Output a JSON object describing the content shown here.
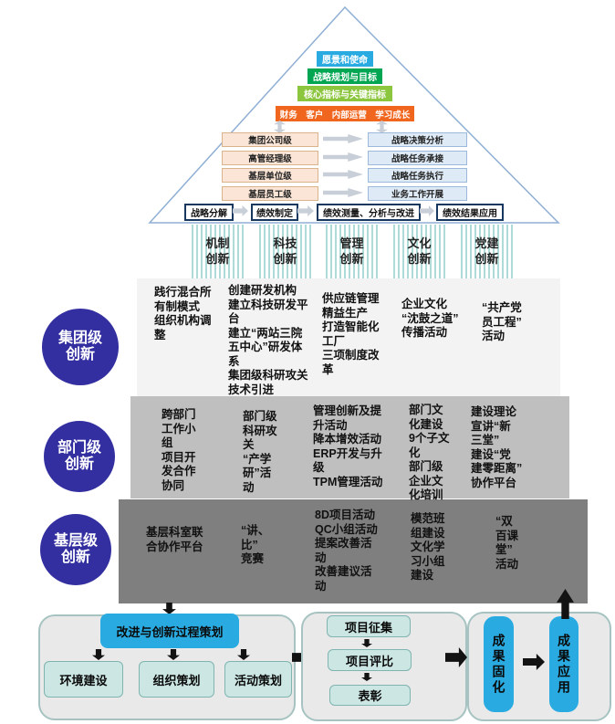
{
  "pyramid": {
    "top_levels": [
      "愿景和使命",
      "战略规划与目标",
      "核心指标与关键指标",
      "财务　客户　内部运营　学习成长"
    ],
    "rows": [
      {
        "left": "集团公司级",
        "right": "战略决策分析"
      },
      {
        "left": "高管经理级",
        "right": "战略任务承接"
      },
      {
        "left": "基层单位级",
        "right": "战略任务执行"
      },
      {
        "left": "基层员工级",
        "right": "业务工作开展"
      }
    ],
    "strategy_steps": [
      "战略分解",
      "绩效制定",
      "绩效测量、分析与改进",
      "绩效结果应用"
    ]
  },
  "columns": [
    "机制\n创新",
    "科技\n创新",
    "管理\n创新",
    "文化\n创新",
    "党建\n创新"
  ],
  "bands": [
    {
      "bubble": "集团级\n创新",
      "cells": [
        "践行混合所\n有制模式\n组织机构调\n整",
        "创建研发机构\n建立科技研发平\n台\n建立“两站三院\n五中心”研发体\n系\n集团级科研攻关\n技术引进",
        "供应链管理\n精益生产\n打造智能化\n工厂\n三项制度改\n革",
        "企业文化\n“沈鼓之道”\n传播活动",
        "“共产党\n员工程”\n活动"
      ]
    },
    {
      "bubble": "部门级\n创新",
      "cells": [
        "跨部门\n工作小\n组\n项目开\n发合作\n协同",
        "部门级\n科研攻\n关\n“产学\n研”活\n动",
        "管理创新及提\n升活动\n降本增效活动\nERP开发与升\n级\nTPM管理活动",
        "部门文\n化建设\n9个子文\n化\n部门级\n企业文\n化培训",
        "建设理论\n宣讲“新\n三堂”\n建设“党\n建零距离”\n协作平台"
      ]
    },
    {
      "bubble": "基层级\n创新",
      "cells": [
        "基层科室联\n合协作平台",
        "“讲、\n比”\n竞赛",
        "8D项目活动\nQC小组活动\n提案改善活\n动\n改善建议活\n动",
        "模范班\n组建设\n文化学\n习小组\n建设",
        "“双\n百课\n堂”\n活动"
      ]
    }
  ],
  "process": {
    "plan": "改进与创新过程策划",
    "plan_children": [
      "环境建设",
      "组织策划",
      "活动策划"
    ],
    "steps": [
      "项目征集",
      "项目评比",
      "表彰"
    ],
    "results": [
      "成果固化",
      "成果应用"
    ]
  },
  "colors": {
    "cyan": "#29ABE2",
    "green": "#00A651",
    "light_green": "#8CC63F",
    "orange": "#F0661E",
    "bubble_blue": "#332FA0",
    "band_light": "#F3F3F3",
    "band_mid": "#BFBFBF",
    "band_dark": "#7F7F7F"
  }
}
